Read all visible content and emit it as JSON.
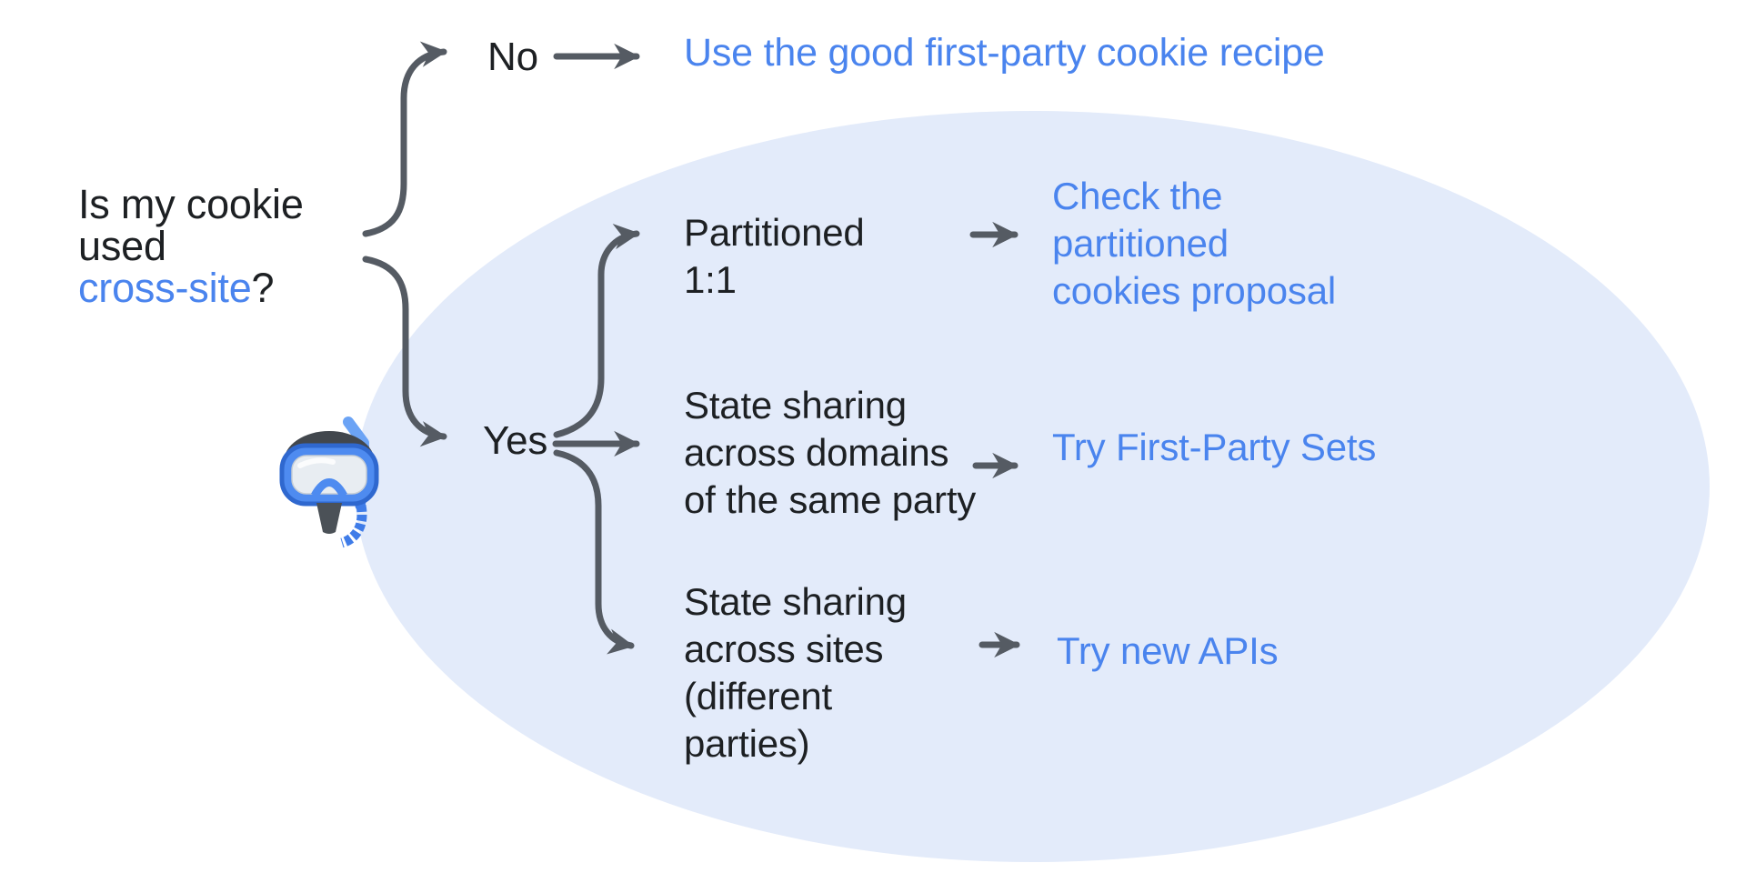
{
  "colors": {
    "background": "#ffffff",
    "ellipse": "#e3ebfa",
    "arrow": "#555b63",
    "text": "#1d2023",
    "link": "#4a84ee"
  },
  "question": {
    "line1": "Is my cookie",
    "line2": "used",
    "keyword": "cross-site",
    "suffix": "?"
  },
  "branches": {
    "no": {
      "label": "No",
      "result": "Use the good first-party cookie recipe"
    },
    "yes": {
      "label": "Yes",
      "cases": [
        {
          "condition": "Partitioned\n1:1",
          "result": "Check the\npartitioned\ncookies proposal"
        },
        {
          "condition": "State sharing\nacross domains\nof the same party",
          "result": "Try First-Party Sets"
        },
        {
          "condition": "State sharing\nacross sites\n(different\nparties)",
          "result": "Try new APIs"
        }
      ]
    }
  },
  "decorations": {
    "emoji": "diving-mask",
    "highlight_shape": "ellipse"
  }
}
